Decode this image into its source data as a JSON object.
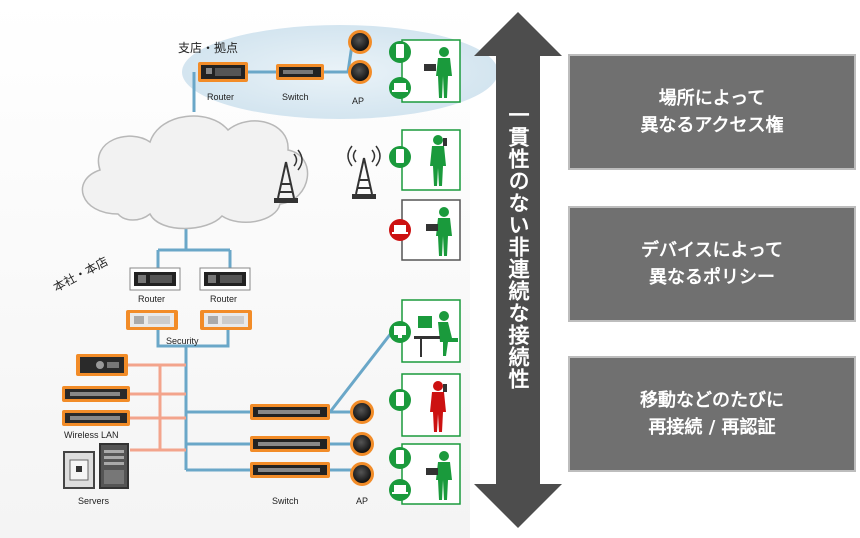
{
  "labels": {
    "branch": "支店・拠点",
    "hq": "本社・本店",
    "router": "Router",
    "switch": "Switch",
    "ap": "AP",
    "security": "Security",
    "wireless_lan": "Wireless LAN",
    "servers": "Servers"
  },
  "arrow_text": "一貫性のない非連続な接続性",
  "boxes": [
    {
      "line1": "場所によって",
      "line2": "異なるアクセス権"
    },
    {
      "line1": "デバイスによって",
      "line2": "異なるポリシー"
    },
    {
      "line1": "移動などのたびに",
      "line2": "再接続 / 再認証"
    }
  ],
  "colors": {
    "device_green": "#1a9a3c",
    "device_red": "#cc1111",
    "blue_link": "#6aa7c8",
    "pink_link": "#f3a48c",
    "cloud_fill": "#f2f2f2",
    "arrow": "#4d4d4d",
    "box": "#707070"
  },
  "icons": [
    "router-icon",
    "switch-icon",
    "ap-icon",
    "tower-icon",
    "phone-icon",
    "laptop-icon",
    "person-icon",
    "server-icon",
    "cloud-icon"
  ]
}
